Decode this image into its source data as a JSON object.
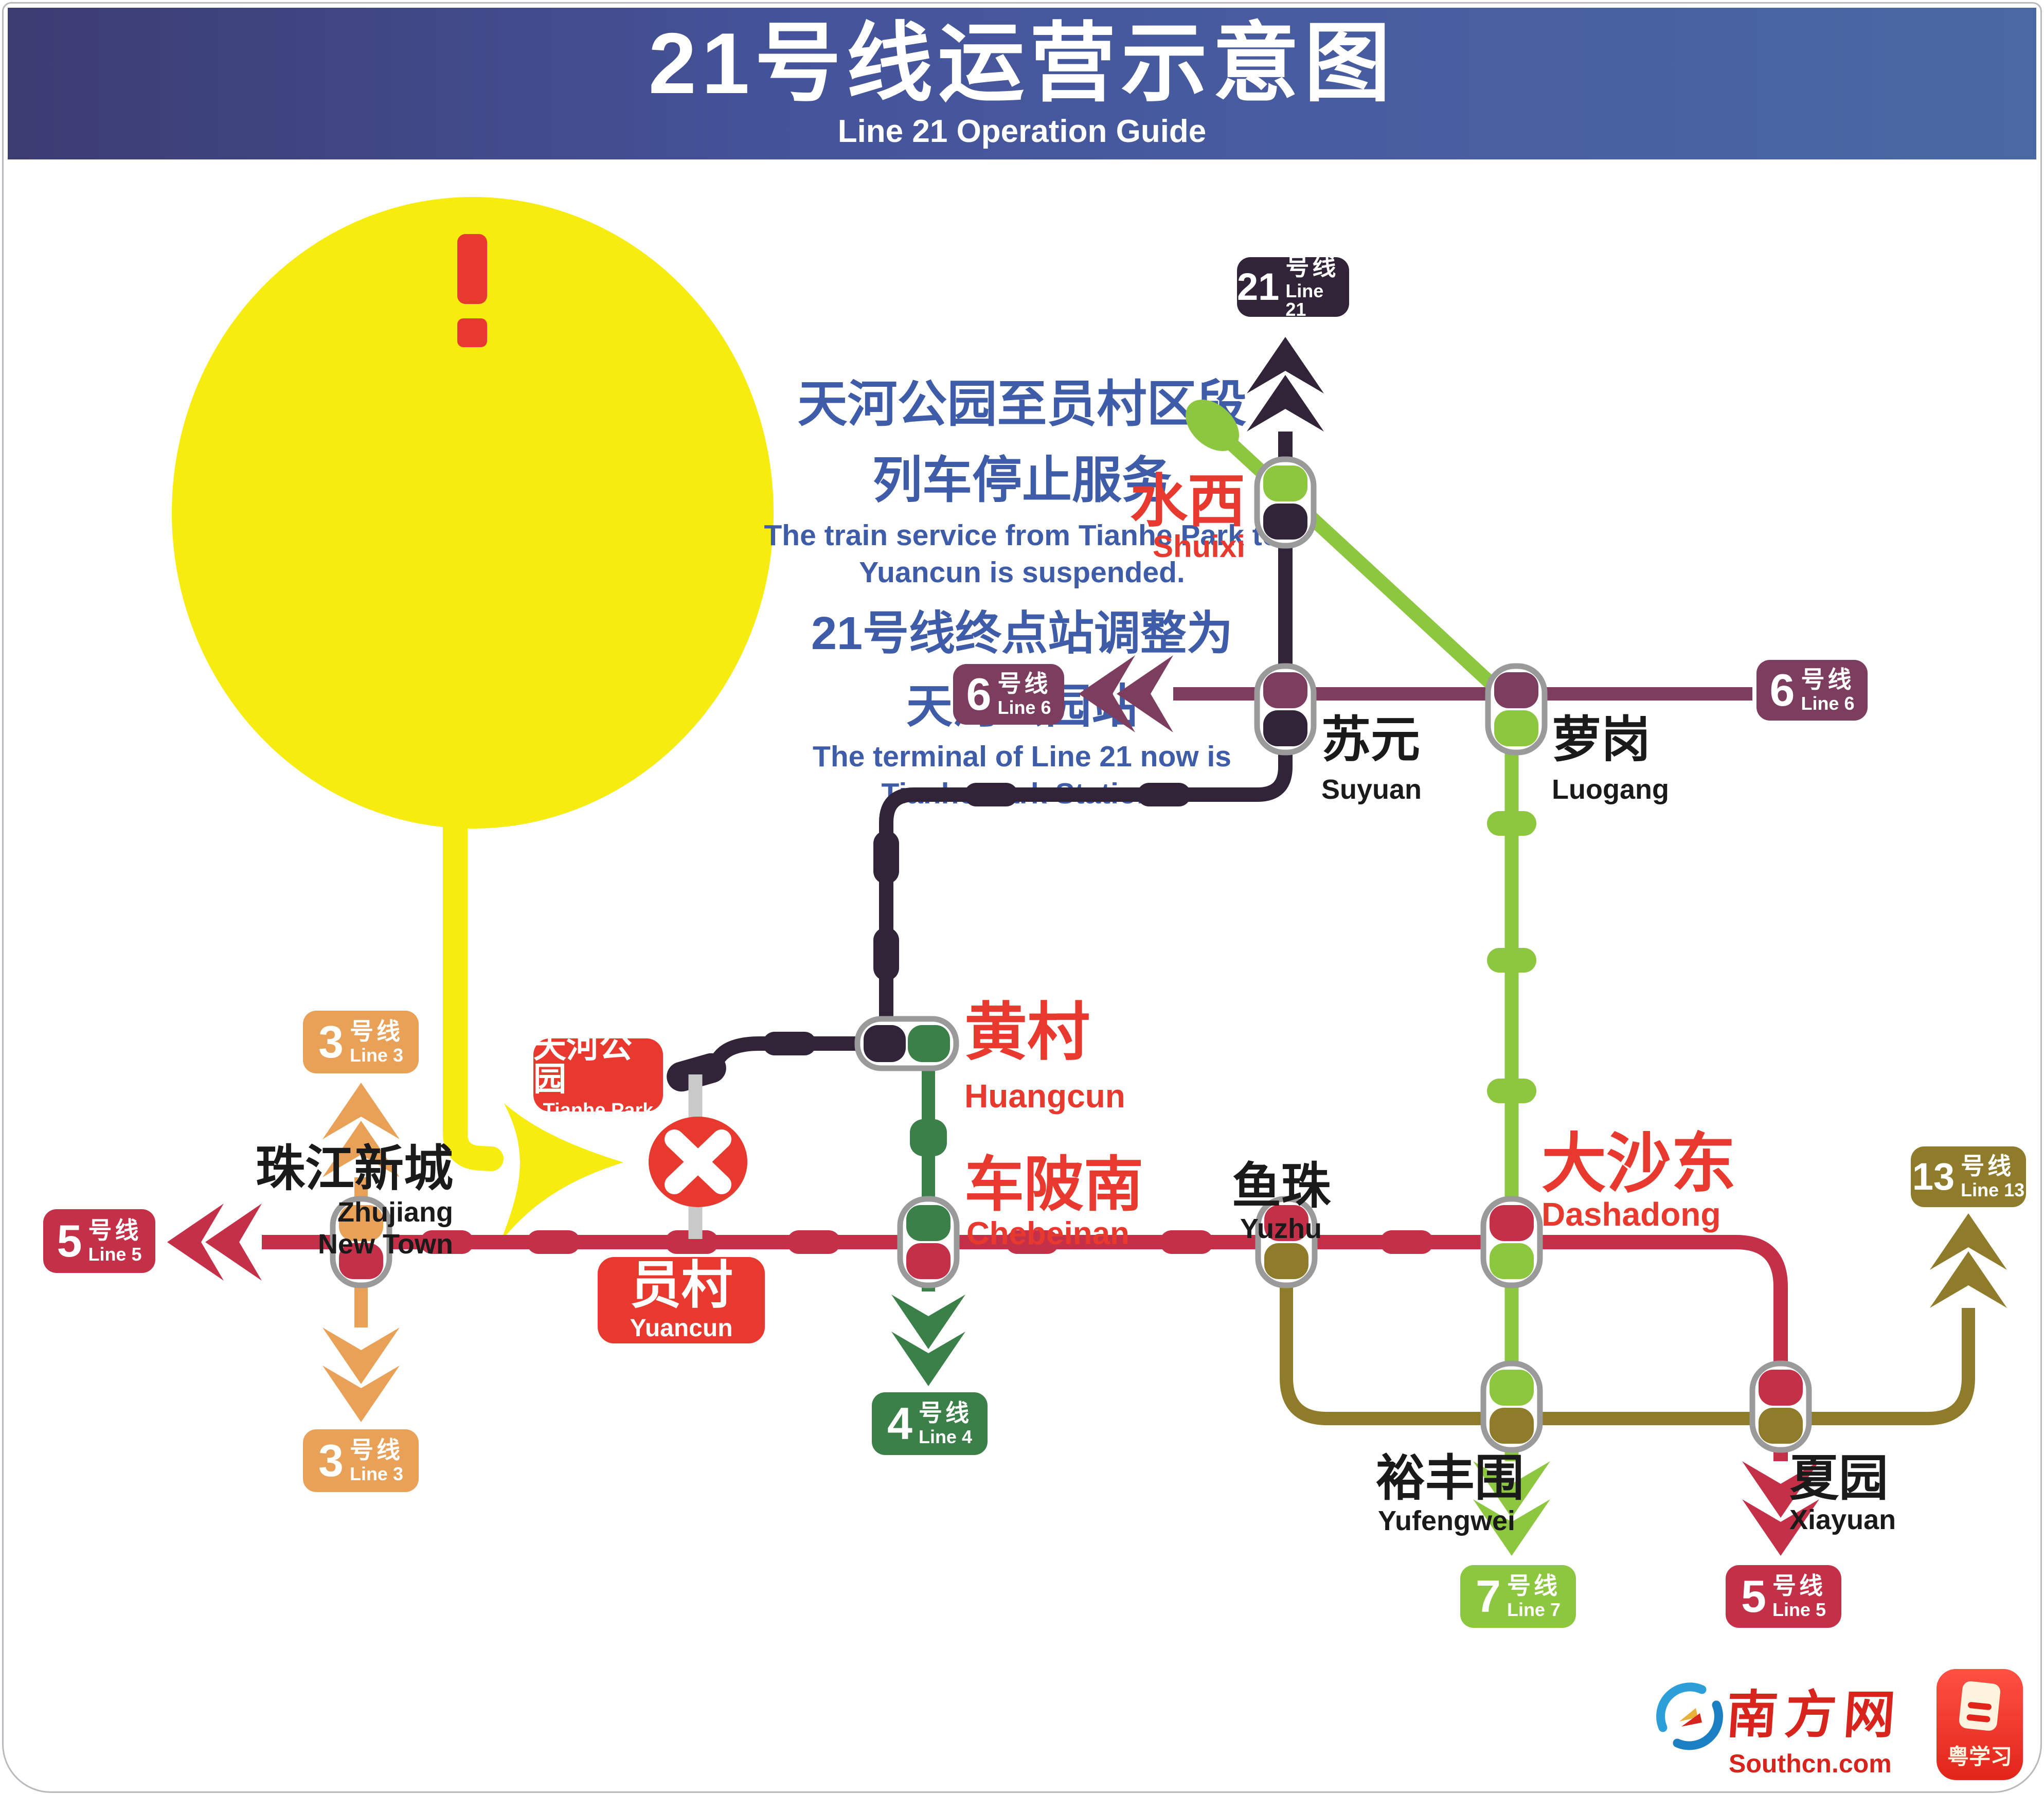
{
  "colors": {
    "header_left": "#3c3c72",
    "header_right": "#4a68a4",
    "notice_yellow": "#f7ec0f",
    "notice_blue": "#3f5ca9",
    "alert_red": "#e8392f",
    "line21": "#312438",
    "line3": "#e9a057",
    "line4": "#3a8048",
    "line5": "#c53049",
    "line6": "#7c3d5e",
    "line7": "#8dc63f",
    "line13": "#8e7c2b",
    "suspended_gray": "#c9c9c9",
    "station_outline": "#9a9a9a",
    "label_black": "#1a1a1a",
    "brand_red": "#d7241d",
    "brand_blue": "#2d9fd8",
    "brand_blue_dark": "#1b7fc4"
  },
  "header": {
    "title": "21号线运营示意图",
    "subtitle": "Line 21 Operation Guide"
  },
  "notice": {
    "mark": "!",
    "cn_line1": "天河公园至员村区段",
    "cn_line2": "列车停止服务",
    "en_line1": "The train service from Tianhe Park to",
    "en_line2": "Yuancun is suspended.",
    "cn_line3": "21号线终点站调整为",
    "cn_line4": "天河公园站",
    "en_line3": "The terminal of Line 21 now is",
    "en_line4": "Tianhe Park Station."
  },
  "badges": {
    "line21": {
      "num": "21",
      "cn": "号线",
      "en": "Line 21"
    },
    "line3_top": {
      "num": "3",
      "cn": "号线",
      "en": "Line 3"
    },
    "line3_bottom": {
      "num": "3",
      "cn": "号线",
      "en": "Line 3"
    },
    "line4": {
      "num": "4",
      "cn": "号线",
      "en": "Line 4"
    },
    "line5_left": {
      "num": "5",
      "cn": "号线",
      "en": "Line 5"
    },
    "line5_bottom": {
      "num": "5",
      "cn": "号线",
      "en": "Line 5"
    },
    "line6_left": {
      "num": "6",
      "cn": "号线",
      "en": "Line 6"
    },
    "line6_right": {
      "num": "6",
      "cn": "号线",
      "en": "Line 6"
    },
    "line7": {
      "num": "7",
      "cn": "号线",
      "en": "Line 7"
    },
    "line13": {
      "num": "13",
      "cn": "号线",
      "en": "Line 13"
    }
  },
  "stations": {
    "shuixi": {
      "cn": "水西",
      "en": "Shuixi"
    },
    "suyuan": {
      "cn": "苏元",
      "en": "Suyuan"
    },
    "luogang": {
      "cn": "萝岗",
      "en": "Luogang"
    },
    "huangcun": {
      "cn": "黄村",
      "en": "Huangcun"
    },
    "chebeinan": {
      "cn": "车陂南",
      "en": "Chebeinan"
    },
    "yuzhu": {
      "cn": "鱼珠",
      "en": "Yuzhu"
    },
    "dashadong": {
      "cn": "大沙东",
      "en": "Dashadong"
    },
    "yufengwei": {
      "cn": "裕丰围",
      "en": "Yufengwei"
    },
    "xiayuan": {
      "cn": "夏园",
      "en": "Xiayuan"
    },
    "zhujiang_new_town": {
      "cn": "珠江新城",
      "en_line1": "Zhujiang",
      "en_line2": "New Town"
    },
    "tianhe_park": {
      "cn": "天河公园",
      "en": "Tianhe Park"
    },
    "yuancun": {
      "cn": "员村",
      "en": "Yuancun"
    }
  },
  "footer": {
    "southcn_cn": "南方网",
    "southcn_en": "Southcn.com",
    "app_name": "粤学习"
  }
}
